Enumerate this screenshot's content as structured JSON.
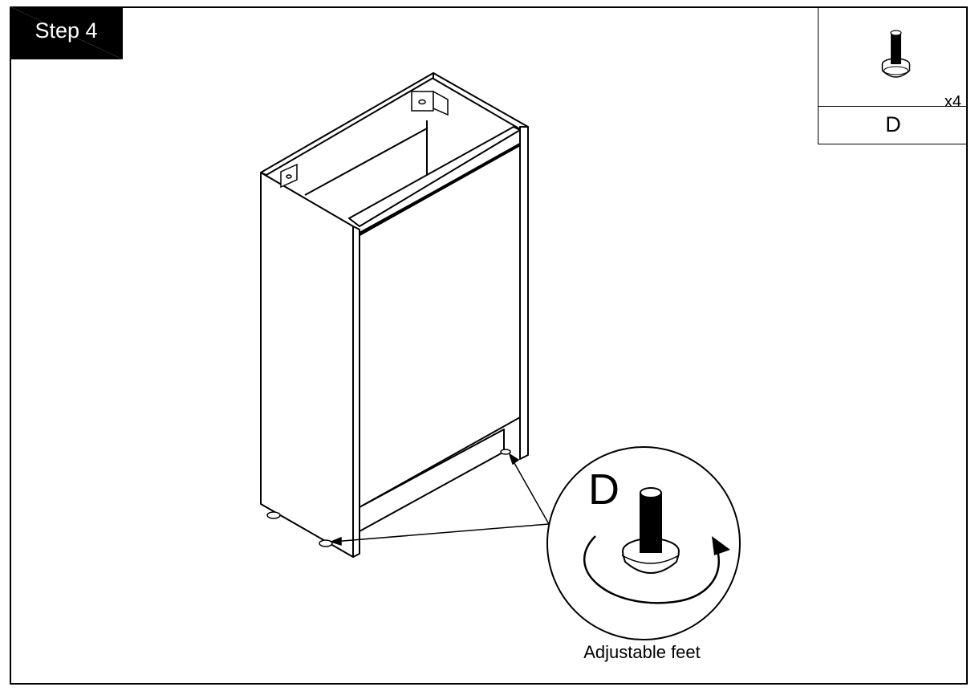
{
  "step": {
    "label": "Step 4",
    "badge_bg": "#000000",
    "badge_fg": "#ffffff"
  },
  "parts": {
    "icon": "adjustable-foot-icon",
    "quantity": "x4",
    "letter": "D"
  },
  "callout": {
    "letter": "D",
    "icon": "adjustable-foot-rotate-icon",
    "caption": "Adjustable feet"
  },
  "illustration": {
    "subject": "cabinet-assembly",
    "colors": {
      "line": "#000000",
      "fill": "#ffffff"
    }
  }
}
